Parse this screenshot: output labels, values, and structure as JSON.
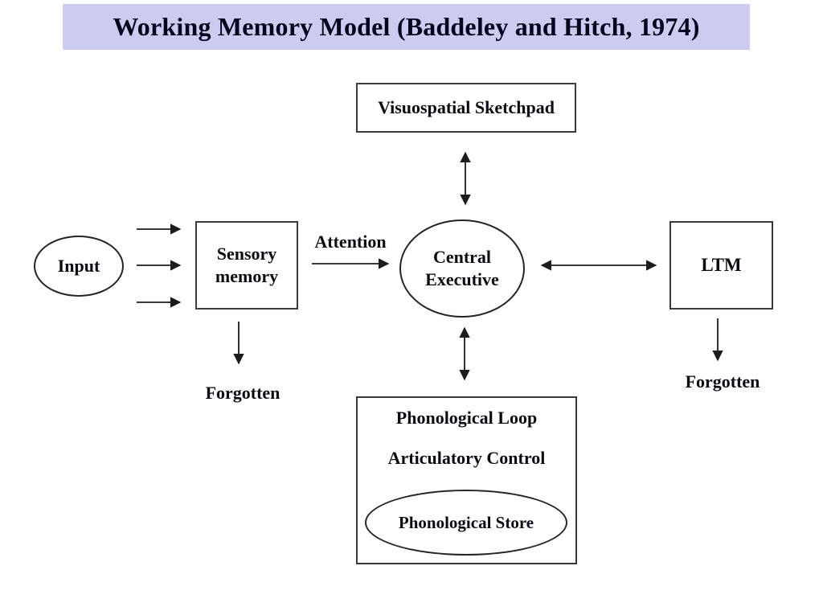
{
  "title": "Working Memory Model (Baddeley and Hitch, 1974)",
  "colors": {
    "title_bg": "#CCCCF0",
    "text": "#0B0B14",
    "line": "#1C1C1C",
    "canvas_bg": "#FFFFFF"
  },
  "nodes": {
    "visuospatial_sketchpad": "Visuospatial Sketchpad",
    "input": "Input",
    "sensory_memory": "Sensory\nmemory",
    "attention": "Attention",
    "central_executive": "Central\nExecutive",
    "ltm": "LTM",
    "forgotten_sensory": "Forgotten",
    "forgotten_ltm": "Forgotten",
    "phonological_loop": "Phonological Loop",
    "articulatory_control": "Articulatory Control",
    "phonological_store": "Phonological Store"
  },
  "edges": [
    {
      "from": "input",
      "to": "sensory_memory",
      "style": "three-parallel-arrows",
      "bidirectional": false
    },
    {
      "from": "sensory_memory",
      "to": "central_executive",
      "label": "Attention",
      "bidirectional": false
    },
    {
      "from": "central_executive",
      "to": "visuospatial_sketchpad",
      "bidirectional": true
    },
    {
      "from": "central_executive",
      "to": "ltm",
      "bidirectional": true
    },
    {
      "from": "central_executive",
      "to": "phonological_loop",
      "bidirectional": true
    },
    {
      "from": "sensory_memory",
      "to": "forgotten_sensory",
      "bidirectional": false
    },
    {
      "from": "ltm",
      "to": "forgotten_ltm",
      "bidirectional": false
    }
  ]
}
